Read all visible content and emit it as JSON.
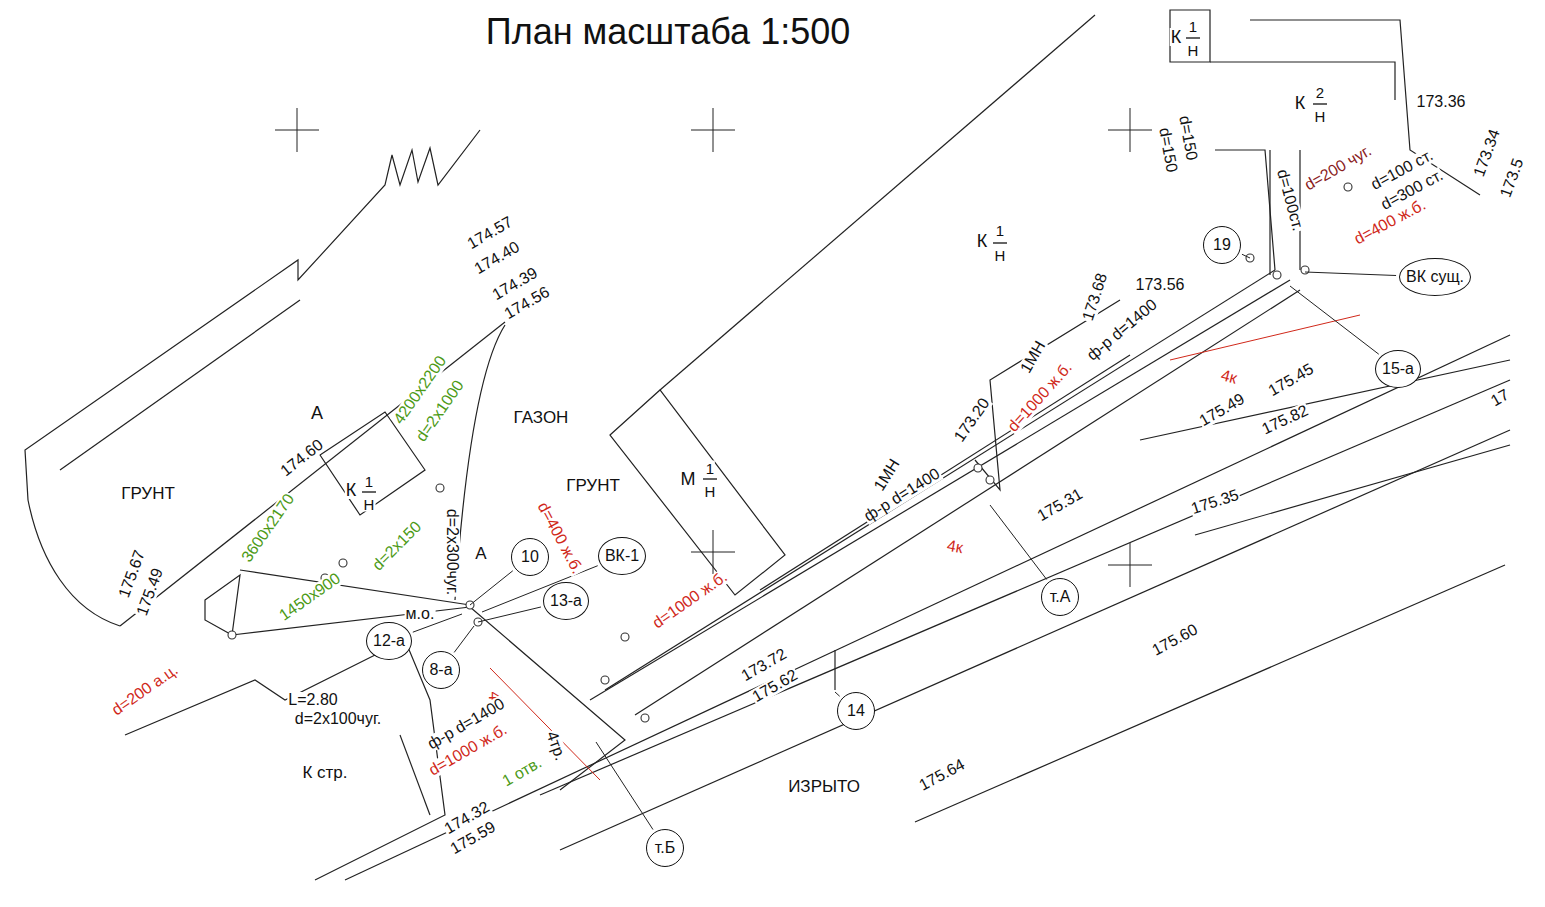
{
  "diagram": {
    "title": "План масштаба 1:500",
    "nodes": [
      {
        "text": [
          "19"
        ]
      },
      {
        "text": [
          "ВК сущ."
        ]
      },
      {
        "text": [
          "15-а"
        ]
      },
      {
        "text": [
          "10"
        ]
      },
      {
        "text": [
          "ВК-1"
        ]
      },
      {
        "text": [
          "13-а"
        ]
      },
      {
        "text": [
          "12-а"
        ]
      },
      {
        "text": [
          "т.А"
        ]
      },
      {
        "text": [
          "8-а"
        ]
      },
      {
        "text": [
          "14"
        ]
      },
      {
        "text": [
          "т.Б"
        ]
      }
    ],
    "labels": [
      "К",
      "1",
      "Н",
      "К",
      "2",
      "Н",
      "173.36",
      "173.34",
      "173.5",
      "d=150",
      "d=150",
      "d=100ст.",
      "d=200 чуг.",
      "d=100 ст.",
      "d=300 ст.",
      "d=400 ж.б.",
      "К",
      "1",
      "Н",
      "173.68",
      "173.56",
      "ф-р d=1400",
      "1МН",
      "d=1000 ж.б.",
      "173.20",
      "4к",
      "175.49",
      "175.45",
      "175.82",
      "17",
      "А",
      "ГАЗОН",
      "174.57",
      "174.40",
      "174.39",
      "174.56",
      "4200x2200",
      "d=2x1000",
      "174.60",
      "ГРУНТ",
      "К",
      "1",
      "Н",
      "ГРУНТ",
      "М",
      "1",
      "Н",
      "1МН",
      "ф-р d=1400",
      "d=400 ж.б.",
      "d=2x300чуг.",
      "А",
      "3600x2170",
      "d=2x150",
      "1450x900",
      "175.67",
      "175.49",
      "м.о.",
      "d=1000 ж.б.",
      "175.31",
      "4к",
      "175.35",
      "175.60",
      "d=200 а.ц.",
      "L=2.80",
      "d=2x100чуг.",
      "173.72",
      "175.62",
      "4",
      "ф-р d=1400",
      "d=1000 ж.б.",
      "4тр.",
      "1 отв.",
      "К стр.",
      "ИЗРЫТО",
      "175.64",
      "174.32",
      "175.59"
    ]
  }
}
